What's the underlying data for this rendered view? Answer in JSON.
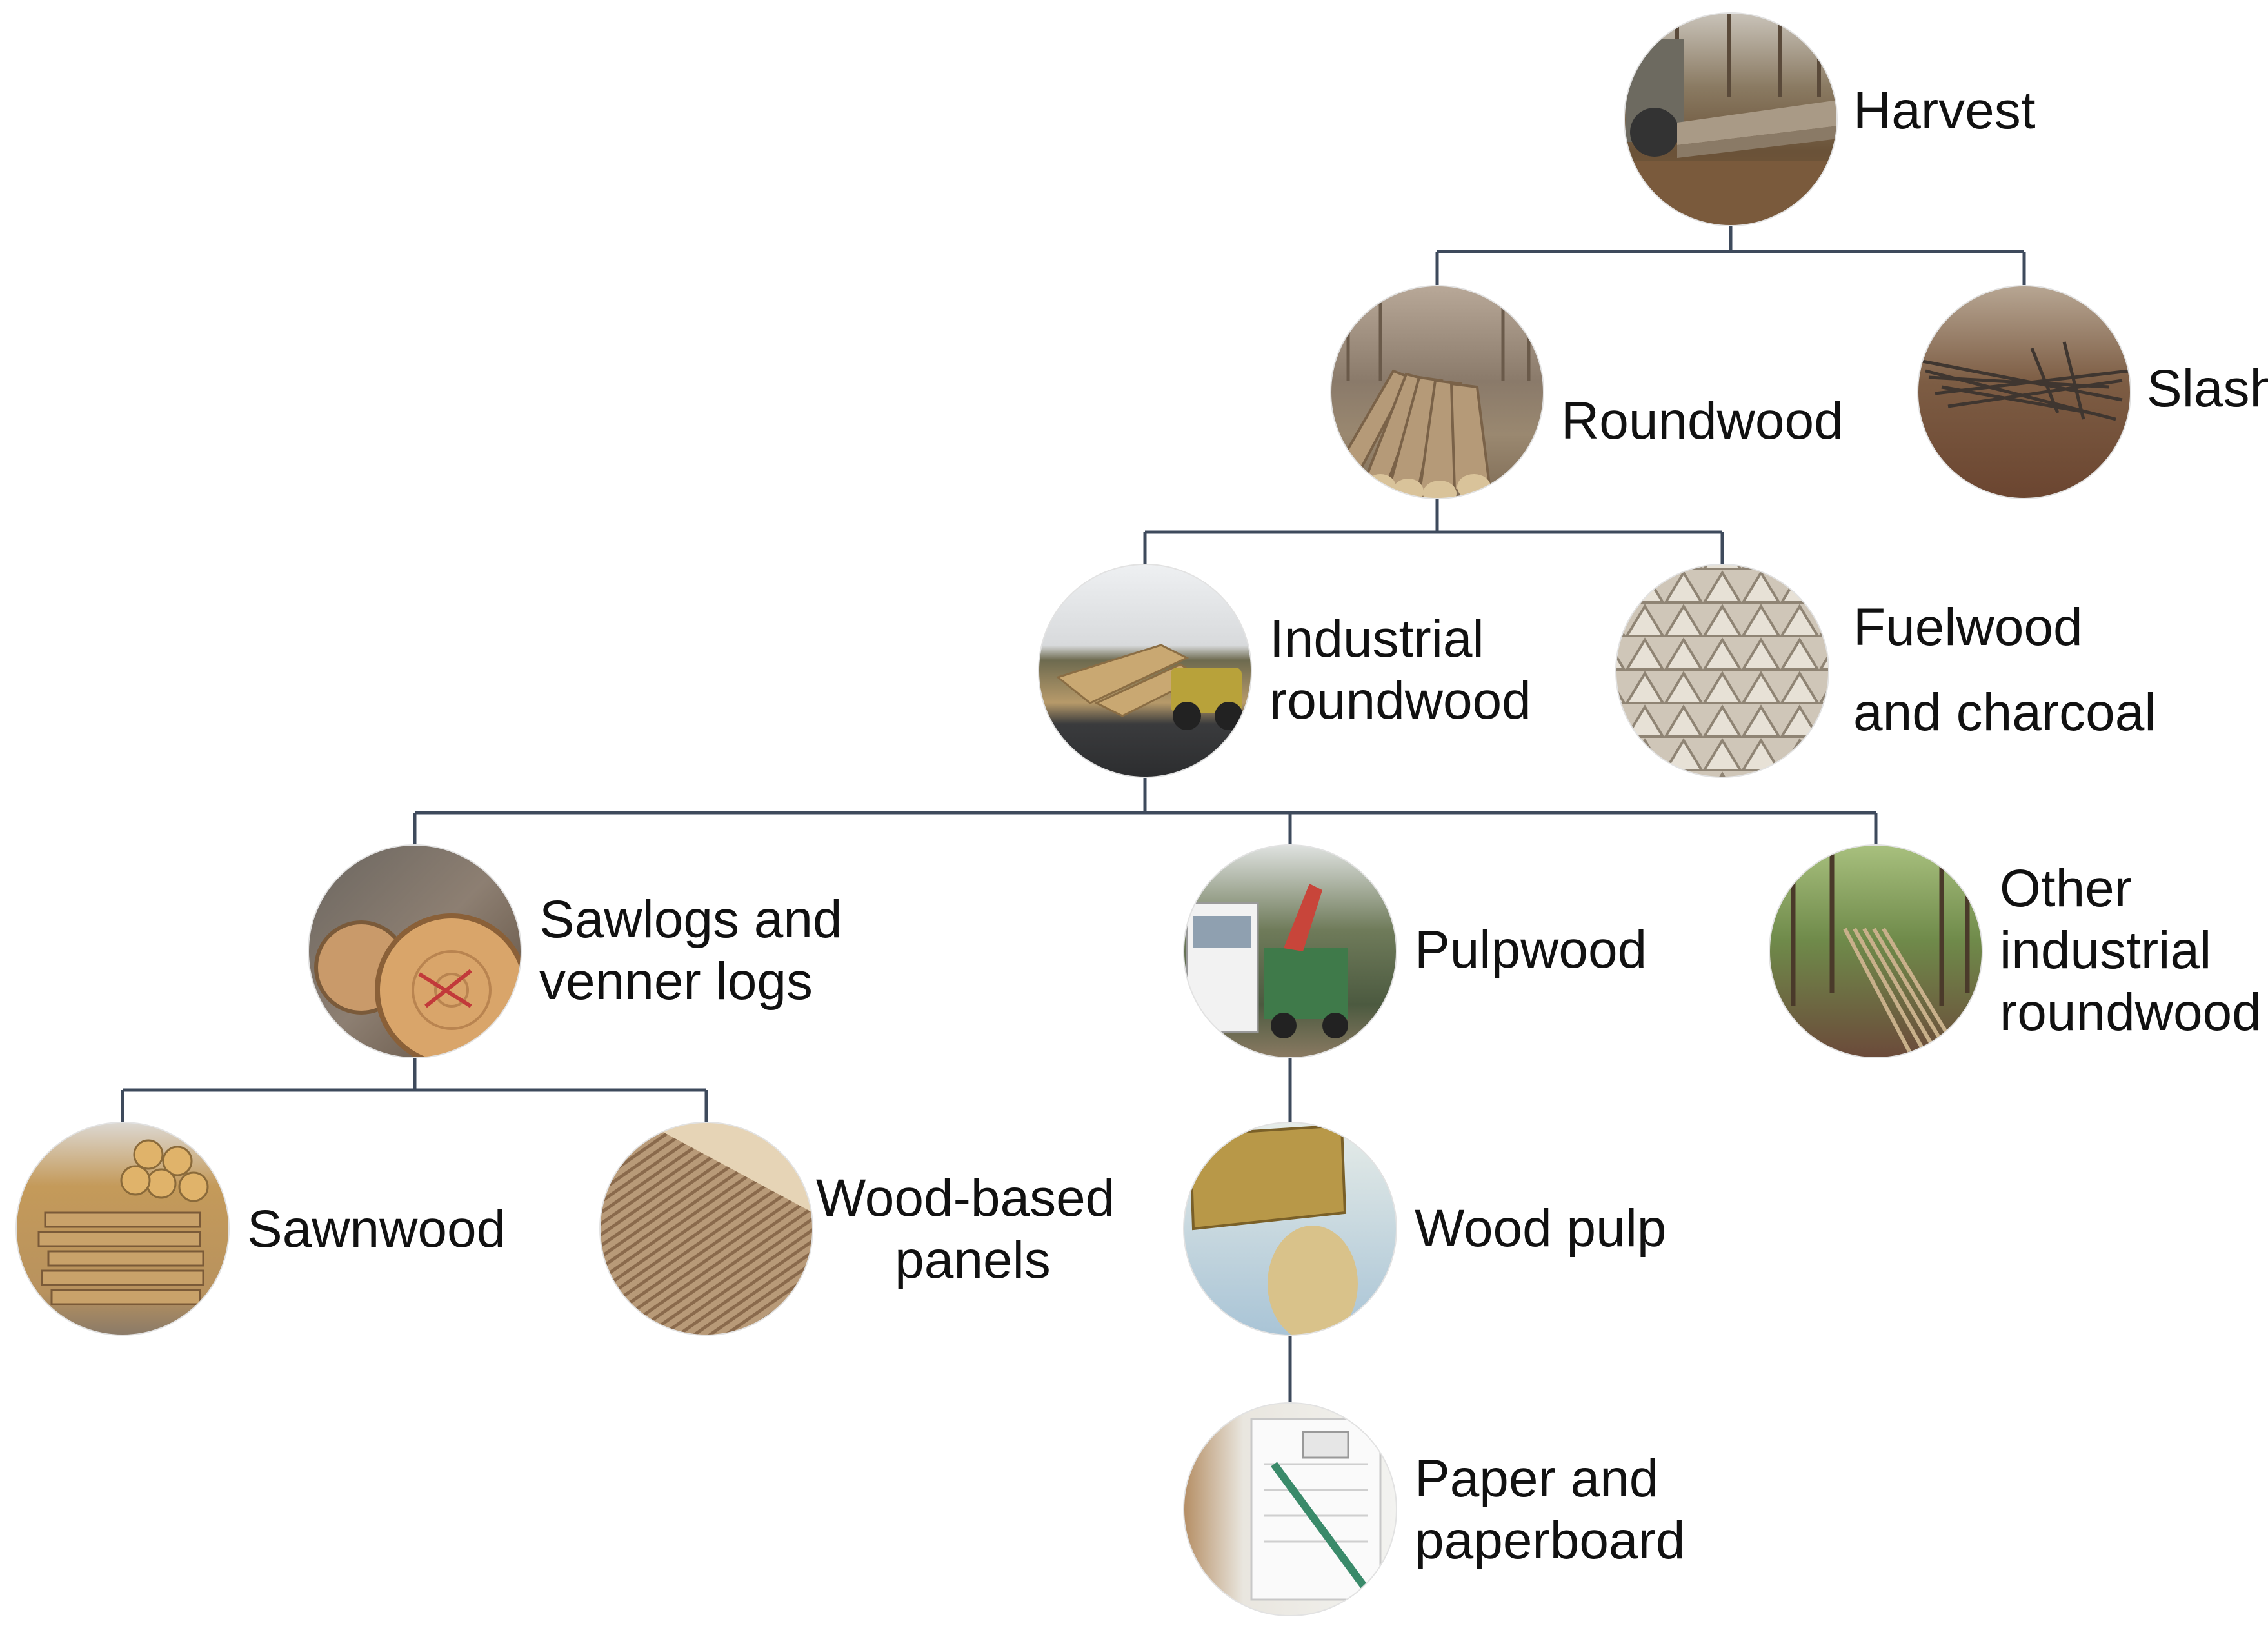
{
  "diagram": {
    "nodes": {
      "harvest": {
        "lines": [
          "Harvest"
        ],
        "photo": "tractor-hauling-logs-forest"
      },
      "slash": {
        "lines": [
          "Slash"
        ],
        "photo": "pile-of-branches"
      },
      "roundwood": {
        "lines": [
          "Roundwood"
        ],
        "photo": "stacked-logs-forest-road"
      },
      "industrial_roundwood": {
        "lines": [
          "Industrial",
          "roundwood"
        ],
        "photo": "log-yard-with-loader"
      },
      "fuelwood": {
        "lines": [
          "Fuelwood",
          "and charcoal"
        ],
        "photo": "split-firewood-stack"
      },
      "sawlogs": {
        "lines": [
          "Sawlogs and",
          "venner logs"
        ],
        "photo": "log-cross-section"
      },
      "pulpwood": {
        "lines": [
          "Pulpwood"
        ],
        "photo": "wood-chipper-truck"
      },
      "other_industrial": {
        "lines": [
          "Other",
          "industrial",
          "roundwood"
        ],
        "photo": "bundled-poles-forest"
      },
      "sawnwood": {
        "lines": [
          "Sawnwood"
        ],
        "photo": "stacked-sawn-boards"
      },
      "wood_panels": {
        "lines": [
          "Wood-based",
          "panels"
        ],
        "photo": "particle-board-stack"
      },
      "wood_pulp": {
        "lines": [
          "Wood pulp"
        ],
        "photo": "wood-block-and-fibre"
      },
      "paper": {
        "lines": [
          "Paper and",
          "paperboard"
        ],
        "photo": "paper-pencil-stationery"
      }
    },
    "edges": [
      [
        "harvest",
        "roundwood"
      ],
      [
        "harvest",
        "slash"
      ],
      [
        "roundwood",
        "industrial_roundwood"
      ],
      [
        "roundwood",
        "fuelwood"
      ],
      [
        "industrial_roundwood",
        "sawlogs"
      ],
      [
        "industrial_roundwood",
        "pulpwood"
      ],
      [
        "industrial_roundwood",
        "other_industrial"
      ],
      [
        "sawlogs",
        "sawnwood"
      ],
      [
        "sawlogs",
        "wood_panels"
      ],
      [
        "pulpwood",
        "wood_pulp"
      ],
      [
        "wood_pulp",
        "paper"
      ]
    ],
    "colors": {
      "connector": "#3e4a5c",
      "text": "#111111"
    }
  }
}
